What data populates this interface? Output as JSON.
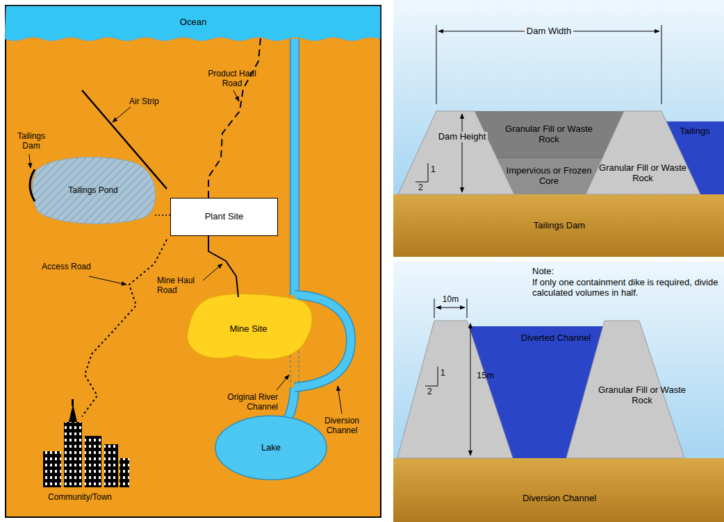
{
  "diagram": {
    "nodes": [
      {
        "text": [
          "Ocean"
        ]
      },
      {
        "text": [
          "Tailings Pond"
        ]
      },
      {
        "text": [
          "Plant Site"
        ]
      },
      {
        "text": [
          "Mine Site"
        ]
      },
      {
        "text": [
          "Lake"
        ]
      },
      {
        "text": [
          "Granular Fill or Waste Rock"
        ]
      },
      {
        "text": [
          "Granular Fill or Waste Rock"
        ]
      },
      {
        "text": [
          "Tailings"
        ]
      },
      {
        "text": [
          "Impervious or Frozen Core"
        ]
      },
      {
        "text": [
          "Diverted Channel"
        ]
      },
      {
        "text": [
          "Granular Fill or Waste Rock"
        ]
      }
    ],
    "edges": [
      {
        "from": 2,
        "to": 0,
        "arrow": "none"
      },
      {
        "from": 2,
        "to": 1,
        "arrow": "none"
      },
      {
        "from": 2,
        "to": 3,
        "arrow": "none"
      }
    ],
    "labels": [
      "Tailings Dam",
      "Air Strip",
      "Product Haul Road",
      "Access Road",
      "Mine Haul Road",
      "Original River Channel",
      "Diversion Channel",
      "Community/Town",
      "Dam Width",
      "Dam Height",
      "1",
      "2",
      "Tailings Dam",
      "Note:",
      "If only one containment dike is required, divide calculated volumes in half.",
      "10m",
      "15m",
      "1",
      "2",
      "Diversion Channel"
    ]
  }
}
